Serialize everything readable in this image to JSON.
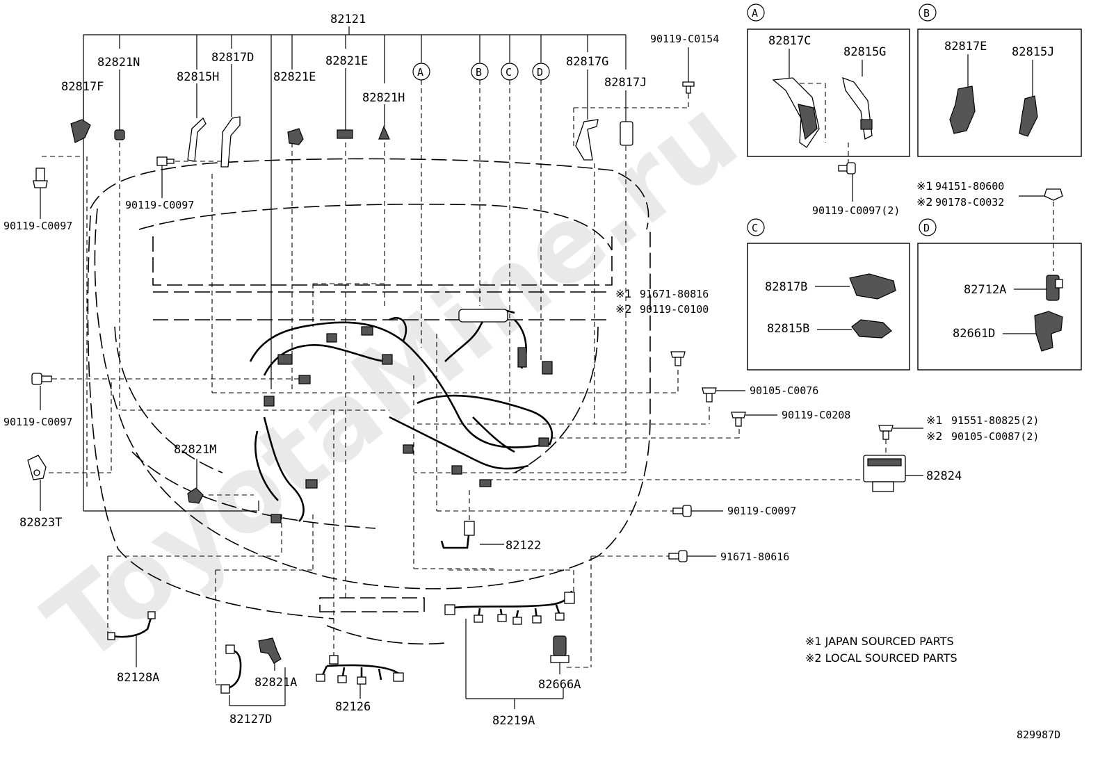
{
  "diagram": {
    "watermark": "ToyotaMine.ru",
    "main_harness": "82121",
    "callouts": {
      "82821N": "82821N",
      "82817F": "82817F",
      "82815H": "82815H",
      "82817D": "82817D",
      "82821E_a": "82821E",
      "82821E_b": "82821E",
      "82821H": "82821H",
      "82817G": "82817G",
      "82817J": "82817J",
      "90119-C0154": "90119-C0154",
      "90119-C0097_top": "90119-C0097",
      "90119-C0097_left": "90119-C0097",
      "90119-C0097_mid": "90119-C0097",
      "90119-C0097_right": "90119-C0097",
      "82821M": "82821M",
      "82823T": "82823T",
      "note1_part": "91671-80816",
      "note2_part": "90119-C0100",
      "90105-C0076": "90105-C0076",
      "90119-C0208": "90119-C0208",
      "note1_91551": "91551-80825(2)",
      "note2_90105": "90105-C0087(2)",
      "82824": "82824",
      "82122": "82122",
      "91671-80616": "91671-80616",
      "82128A": "82128A",
      "82127D": "82127D",
      "82821A": "82821A",
      "82126": "82126",
      "82219A": "82219A",
      "82666A": "82666A"
    },
    "markers": [
      "A",
      "B",
      "C",
      "D"
    ],
    "detail_boxes": {
      "A": {
        "letter": "A",
        "parts": [
          "82817C",
          "82815G"
        ],
        "bolt": "90119-C0097(2)"
      },
      "B": {
        "letter": "B",
        "parts": [
          "82817E",
          "82815J"
        ],
        "bolt1": "94151-80600",
        "bolt2": "90178-C0032"
      },
      "C": {
        "letter": "C",
        "parts": [
          "82817B",
          "82815B"
        ]
      },
      "D": {
        "letter": "D",
        "parts": [
          "82712A",
          "82661D"
        ]
      }
    },
    "symbols": {
      "note1": "※1",
      "note2": "※2"
    },
    "legend": [
      "※1 JAPAN SOURCED PARTS",
      "※2 LOCAL SOURCED PARTS"
    ],
    "diagram_id": "829987D"
  }
}
